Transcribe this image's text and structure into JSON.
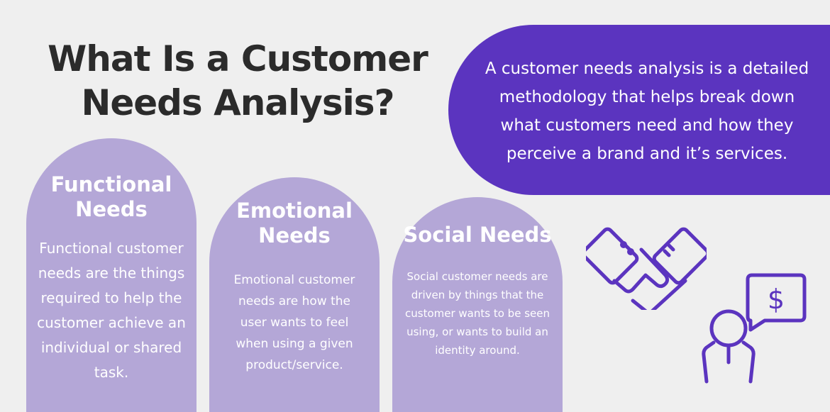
{
  "title": {
    "line1": "What Is a Customer",
    "line2": "Needs Analysis?"
  },
  "definition": "A customer needs analysis is a detailed methodology that helps break down what customers need and how they perceive a brand and it’s services.",
  "cards": [
    {
      "heading": "Functional Needs",
      "body": "Functional customer needs are the things required to help the customer achieve an individual or shared task."
    },
    {
      "heading": "Emotional Needs",
      "body": "Emotional customer needs are  how the user wants to feel when using a given product/service."
    },
    {
      "heading": "Social Needs",
      "body": "Social customer needs are driven by things that the customer wants to be seen using, or wants to build an identity around."
    }
  ],
  "icons": [
    "handshake-icon",
    "person-dollar-speech-icon"
  ],
  "colors": {
    "background": "#efefef",
    "accent": "#5b34bf",
    "card": "#b4a7d7",
    "title": "#2b2b2b"
  }
}
